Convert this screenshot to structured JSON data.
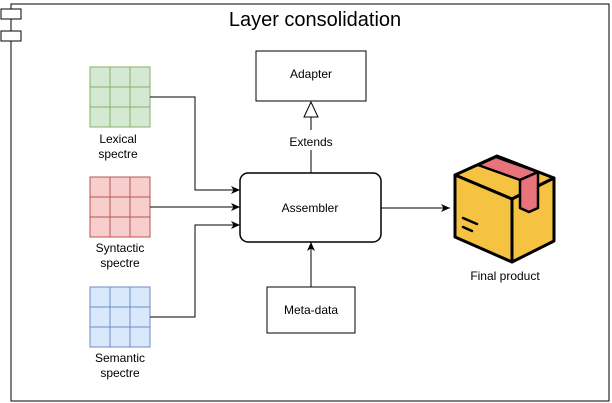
{
  "title": "Layer consolidation",
  "nodes": {
    "adapter": "Adapter",
    "assembler": "Assembler",
    "metadata": "Meta-data",
    "final_product": "Final product"
  },
  "edges": {
    "extends": "Extends"
  },
  "spectres": {
    "lexical": {
      "line1": "Lexical",
      "line2": "spectre",
      "fill": "#d5e8d4",
      "stroke": "#82b366"
    },
    "syntactic": {
      "line1": "Syntactic",
      "line2": "spectre",
      "fill": "#f8cecc",
      "stroke": "#b85450"
    },
    "semantic": {
      "line1": "Semantic",
      "line2": "spectre",
      "fill": "#dae8fc",
      "stroke": "#6c8ebf"
    }
  },
  "colors": {
    "box_fill": "#f5c242",
    "box_tape": "#e9737a"
  },
  "icons": {
    "component": "component-icon",
    "product": "package-box-icon"
  }
}
